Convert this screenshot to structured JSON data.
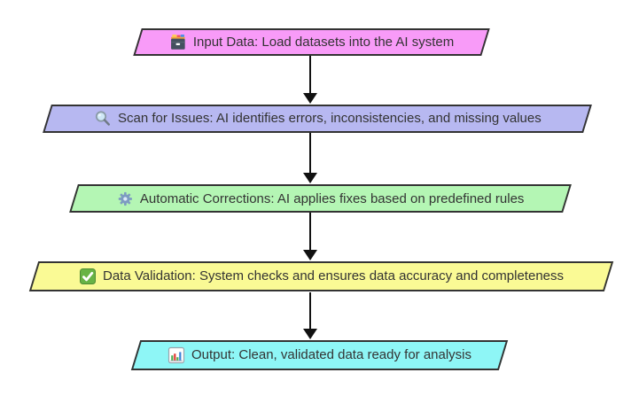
{
  "diagram": {
    "type": "flowchart",
    "direction": "top-down",
    "background": "#ffffff",
    "text_color": "#333333",
    "node_border_color": "#333333",
    "arrow_color": "#111111",
    "node_shape": "parallelogram",
    "nodes": [
      {
        "id": "input_data",
        "icon": "card-file-box-icon",
        "fill": "#f89bf8",
        "label": "Input Data: Load datasets into the AI system"
      },
      {
        "id": "scan_for_issues",
        "icon": "magnifier-icon",
        "fill": "#b7b8f1",
        "label": "Scan for Issues: AI identifies errors, inconsistencies, and missing values"
      },
      {
        "id": "automatic_corrections",
        "icon": "gear-icon",
        "fill": "#b4f6b4",
        "label": "Automatic Corrections: AI applies fixes based on predefined rules"
      },
      {
        "id": "data_validation",
        "icon": "check-icon",
        "fill": "#fafa95",
        "label": "Data Validation: System checks and ensures data accuracy and completeness"
      },
      {
        "id": "output",
        "icon": "bar-chart-icon",
        "fill": "#8ef6f6",
        "label": "Output: Clean, validated data ready for analysis"
      }
    ],
    "edges": [
      {
        "from": "input_data",
        "to": "scan_for_issues"
      },
      {
        "from": "scan_for_issues",
        "to": "automatic_corrections"
      },
      {
        "from": "automatic_corrections",
        "to": "data_validation"
      },
      {
        "from": "data_validation",
        "to": "output"
      }
    ]
  }
}
